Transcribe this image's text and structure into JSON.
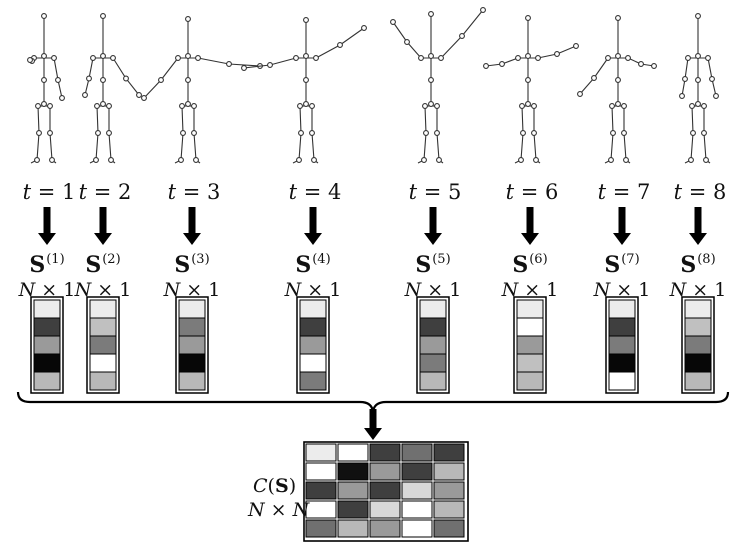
{
  "frames": [
    {
      "t_var": "t",
      "t_value": "= 1",
      "s_symbol": "S",
      "s_index": "(1)",
      "dim_n": "N",
      "dim_rest": "× 1",
      "cells": [
        "#ececec",
        "#3f3f3f",
        "#9a9a9a",
        "#070707",
        "#b8b8b8"
      ]
    },
    {
      "t_var": "t",
      "t_value": "= 2",
      "s_symbol": "S",
      "s_index": "(2)",
      "dim_n": "N",
      "dim_rest": "× 1",
      "cells": [
        "#ececec",
        "#c0c0c0",
        "#7b7b7b",
        "#ffffff",
        "#b8b8b8"
      ]
    },
    {
      "t_var": "t",
      "t_value": "= 3",
      "s_symbol": "S",
      "s_index": "(3)",
      "dim_n": "N",
      "dim_rest": "× 1",
      "cells": [
        "#ececec",
        "#7b7b7b",
        "#9a9a9a",
        "#070707",
        "#b8b8b8"
      ]
    },
    {
      "t_var": "t",
      "t_value": "= 4",
      "s_symbol": "S",
      "s_index": "(4)",
      "dim_n": "N",
      "dim_rest": "× 1",
      "cells": [
        "#ececec",
        "#3f3f3f",
        "#9a9a9a",
        "#ffffff",
        "#7b7b7b"
      ]
    },
    {
      "t_var": "t",
      "t_value": "= 5",
      "s_symbol": "S",
      "s_index": "(5)",
      "dim_n": "N",
      "dim_rest": "× 1",
      "cells": [
        "#ececec",
        "#3f3f3f",
        "#9a9a9a",
        "#7b7b7b",
        "#b8b8b8"
      ]
    },
    {
      "t_var": "t",
      "t_value": "= 6",
      "s_symbol": "S",
      "s_index": "(6)",
      "dim_n": "N",
      "dim_rest": "× 1",
      "cells": [
        "#ececec",
        "#ffffff",
        "#9a9a9a",
        "#c0c0c0",
        "#b8b8b8"
      ]
    },
    {
      "t_var": "t",
      "t_value": "= 7",
      "s_symbol": "S",
      "s_index": "(7)",
      "dim_n": "N",
      "dim_rest": "× 1",
      "cells": [
        "#ececec",
        "#3f3f3f",
        "#7b7b7b",
        "#070707",
        "#ffffff"
      ]
    },
    {
      "t_var": "t",
      "t_value": "= 8",
      "s_symbol": "S",
      "s_index": "(8)",
      "dim_n": "N",
      "dim_rest": "× 1",
      "cells": [
        "#ececec",
        "#c0c0c0",
        "#7b7b7b",
        "#070707",
        "#b8b8b8"
      ]
    }
  ],
  "covariance": {
    "func": "C",
    "arg": "S",
    "dim_n1": "N",
    "dim_times": "×",
    "dim_n2": "N",
    "cells": [
      [
        "#ececec",
        "#ffffff",
        "#3f3f3f",
        "#707070",
        "#3f3f3f"
      ],
      [
        "#ffffff",
        "#101010",
        "#9a9a9a",
        "#3f3f3f",
        "#b8b8b8"
      ],
      [
        "#3f3f3f",
        "#9a9a9a",
        "#3f3f3f",
        "#d8d8d8",
        "#9a9a9a"
      ],
      [
        "#ffffff",
        "#3f3f3f",
        "#d8d8d8",
        "#ffffff",
        "#b8b8b8"
      ],
      [
        "#707070",
        "#b8b8b8",
        "#9a9a9a",
        "#ffffff",
        "#707070"
      ]
    ]
  }
}
